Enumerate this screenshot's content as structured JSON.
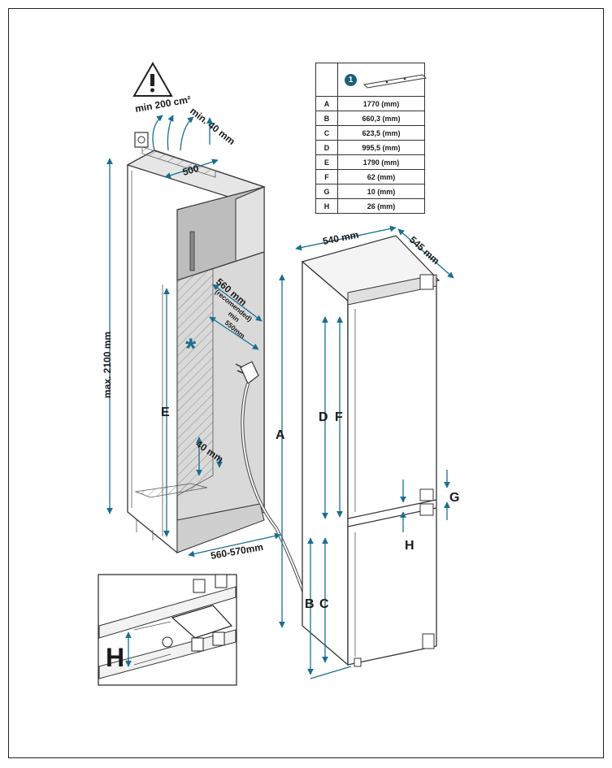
{
  "cabinet": {
    "vent_label": "min 200 cm²",
    "top_gap_label": "min. 40 mm",
    "width_label": "500",
    "height_label": "max. 2100 mm",
    "depth_rec_label": "560 mm",
    "depth_rec_note": "(recomended)",
    "depth_min_label": "min",
    "depth_min_value": "550mm",
    "niche_label": "E",
    "bottom_gap_label": "40 mm",
    "floor_depth_label": "560-570mm",
    "asterisk": "*"
  },
  "appliance": {
    "width_label": "540 mm",
    "depth_label": "545 mm",
    "dim_A": "A",
    "dim_B": "B",
    "dim_C": "C",
    "dim_D": "D",
    "dim_F": "F",
    "dim_G": "G",
    "dim_H": "H"
  },
  "detail": {
    "dim_H": "H"
  },
  "table": {
    "badge": "1",
    "rows": [
      {
        "key": "A",
        "value": "1770 (mm)"
      },
      {
        "key": "B",
        "value": "660,3 (mm)"
      },
      {
        "key": "C",
        "value": "623,5 (mm)"
      },
      {
        "key": "D",
        "value": "995,5 (mm)"
      },
      {
        "key": "E",
        "value": "1790 (mm)"
      },
      {
        "key": "F",
        "value": "62 (mm)"
      },
      {
        "key": "G",
        "value": "10 (mm)"
      },
      {
        "key": "H",
        "value": "26 (mm)"
      }
    ]
  },
  "colors": {
    "accent": "#1a6f8f",
    "panel_grey": "#d9d9d9",
    "door_grey": "#bdbdbd",
    "line": "#333333"
  },
  "icons": [
    "warning-icon",
    "socket-icon",
    "plug-icon",
    "bracket-icon"
  ]
}
